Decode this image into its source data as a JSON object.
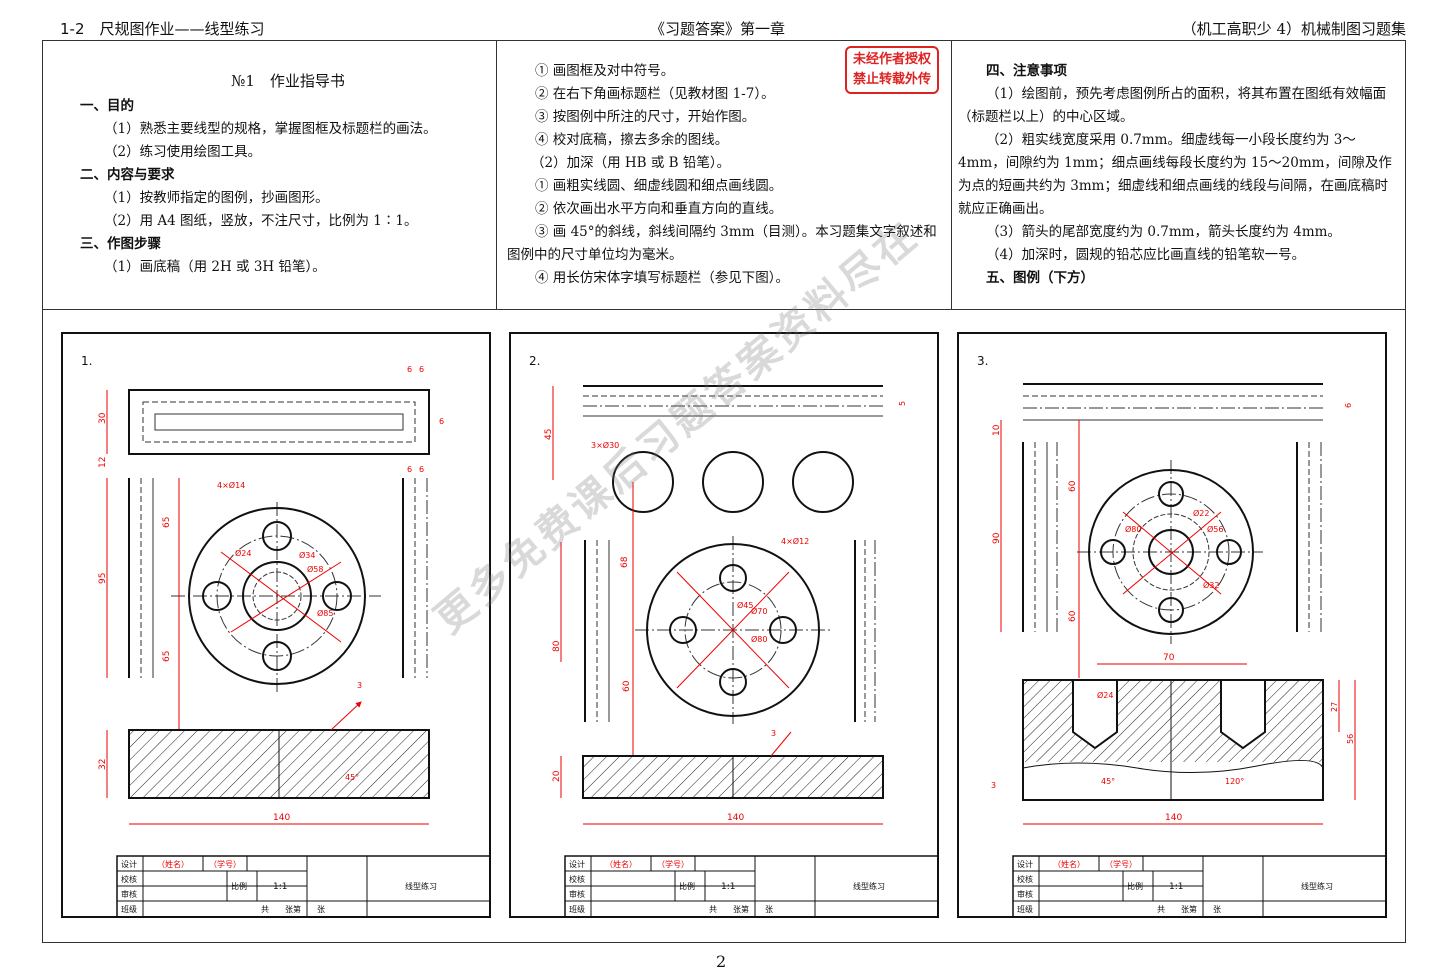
{
  "header": {
    "left": "1-2　尺规图作业——线型练习",
    "center": "《习题答案》第一章",
    "right": "（机工高职少 4）机械制图习题集"
  },
  "stamp": {
    "line1": "未经作者授权",
    "line2": "禁止转载外传"
  },
  "col1": {
    "title": "№1　作业指导书",
    "s1": "一、目的",
    "s1a": "（1）熟悉主要线型的规格，掌握图框及标题栏的画法。",
    "s1b": "（2）练习使用绘图工具。",
    "s2": "二、内容与要求",
    "s2a": "（1）按教师指定的图例，抄画图形。",
    "s2b": "（2）用 A4 图纸，竖放，不注尺寸，比例为 1∶1。",
    "s3": "三、作图步骤",
    "s3a": "（1）画底稿（用 2H 或 3H 铅笔）。"
  },
  "col2": {
    "l1": "① 画图框及对中符号。",
    "l2": "② 在右下角画标题栏（见教材图 1-7）。",
    "l3": "③ 按图例中所注的尺寸，开始作图。",
    "l4": "④ 校对底稿，擦去多余的图线。",
    "l5": "（2）加深（用 HB 或 B 铅笔）。",
    "l6": "① 画粗实线圆、细虚线圆和细点画线圆。",
    "l7": "② 依次画出水平方向和垂直方向的直线。",
    "l8": "③ 画 45°的斜线，斜线间隔约 3mm（目测）。本习题集文字叙述和图例中的尺寸单位均为毫米。",
    "l9": "④ 用长仿宋体字填写标题栏（参见下图）。"
  },
  "col3": {
    "s4": "四、注意事项",
    "p1": "（1）绘图前，预先考虑图例所占的面积，将其布置在图纸有效幅面（标题栏以上）的中心区域。",
    "p2": "（2）粗实线宽度采用 0.7mm。细虚线每一小段长度约为 3～4mm，间隙约为 1mm；细点画线每段长度约为 15～20mm，间隙及作为点的短画共约为 3mm；细虚线和细点画线的线段与间隔，在画底稿时就应正确画出。",
    "p3": "（3）箭头的尾部宽度约为 0.7mm，箭头长度约为 4mm。",
    "p4": "（4）加深时，圆规的铅芯应比画直线的铅笔软一号。",
    "s5": "五、图例（下方）"
  },
  "sheets": [
    {
      "num": "1."
    },
    {
      "num": "2."
    },
    {
      "num": "3."
    }
  ],
  "dims": {
    "s1": {
      "d30": "30",
      "d12": "12",
      "d95": "95",
      "d65a": "65",
      "d65b": "65",
      "d32": "32",
      "d140": "140",
      "d6": "6",
      "d6b": "6",
      "d6c": "6",
      "d6d": "6",
      "d6e": "6",
      "d3": "3",
      "a45": "45°",
      "h4": "4×Ø14",
      "c24": "Ø24",
      "c34": "Ø34",
      "c58": "Ø58",
      "c85": "Ø85"
    },
    "s2": {
      "d45": "45",
      "d80": "80",
      "d68": "68",
      "d60": "60",
      "d20": "20",
      "d140": "140",
      "c3": "3×Ø30",
      "h4": "4×Ø12",
      "c45": "Ø45",
      "c70": "Ø70",
      "c80": "Ø80",
      "d5": "5",
      "d3": "3"
    },
    "s3": {
      "d10": "10",
      "d60a": "60",
      "d90": "90",
      "d60b": "60",
      "d70": "70",
      "c24": "Ø24",
      "d27": "27",
      "d56": "56",
      "d140": "140",
      "d3": "3",
      "a45": "45°",
      "a120": "120°",
      "c22": "Ø22",
      "c56": "Ø56",
      "c80": "Ø80",
      "c32": "Ø32",
      "d6": "6"
    }
  },
  "titleblock": {
    "r1a": "设计",
    "r1b": "（姓名）",
    "r1c": "（学号）",
    "r2": "校核",
    "r3": "审核",
    "r4": "班级",
    "scale_label": "比例",
    "scale": "1:1",
    "name": "线型练习",
    "sheet": "共　　张第　　张"
  },
  "watermark": "更多免费课后习题答案资料尽在",
  "page_number": "2"
}
